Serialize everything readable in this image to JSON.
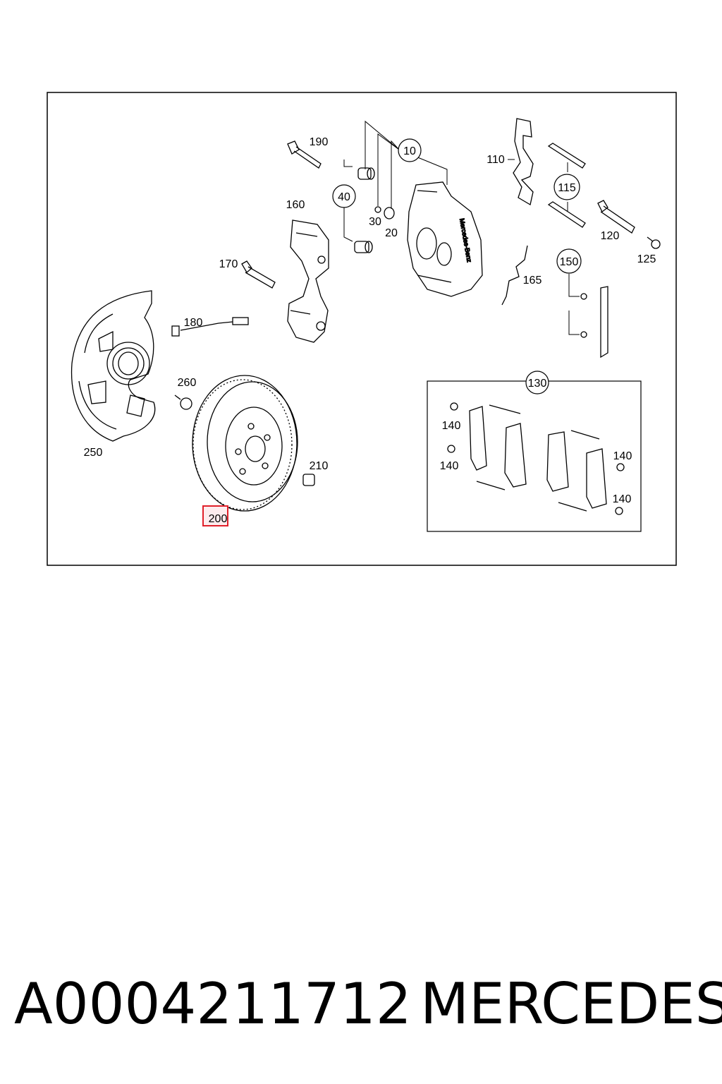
{
  "diagram": {
    "callouts": {
      "c10": "10",
      "c20": "20",
      "c30": "30",
      "c40": "40",
      "c110": "110",
      "c115": "115",
      "c120": "120",
      "c125": "125",
      "c130": "130",
      "c140a": "140",
      "c140b": "140",
      "c140c": "140",
      "c140d": "140",
      "c150": "150",
      "c160": "160",
      "c165": "165",
      "c170": "170",
      "c180": "180",
      "c190": "190",
      "c200": "200",
      "c210": "210",
      "c250": "250",
      "c260": "260"
    },
    "caliper_brand_text": "Mercedes-Benz",
    "highlight_color": "#e0202a"
  },
  "caption": {
    "part_number": "A0004211712",
    "brand": "MERCEDES"
  }
}
